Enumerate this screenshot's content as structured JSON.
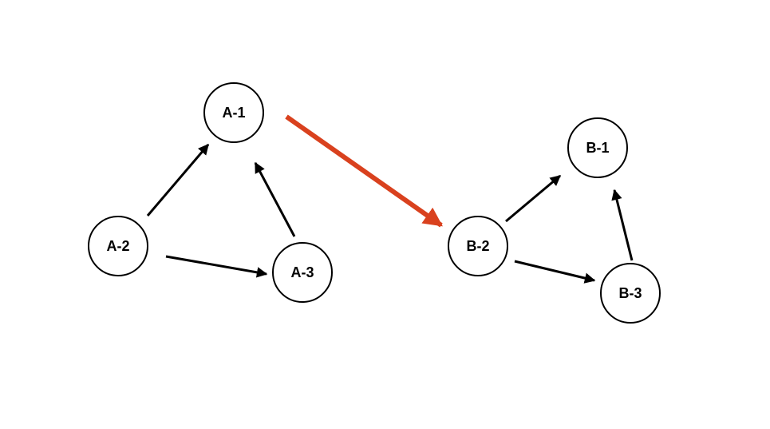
{
  "diagram": {
    "nodes": [
      {
        "id": "A-1",
        "label": "A-1"
      },
      {
        "id": "A-2",
        "label": "A-2"
      },
      {
        "id": "A-3",
        "label": "A-3"
      },
      {
        "id": "B-1",
        "label": "B-1"
      },
      {
        "id": "B-2",
        "label": "B-2"
      },
      {
        "id": "B-3",
        "label": "B-3"
      }
    ],
    "edges": [
      {
        "from": "A-2",
        "to": "A-1",
        "color": "#000000"
      },
      {
        "from": "A-2",
        "to": "A-3",
        "color": "#000000"
      },
      {
        "from": "A-3",
        "to": "A-1",
        "color": "#000000"
      },
      {
        "from": "A-1",
        "to": "B-2",
        "color": "#d9411e"
      },
      {
        "from": "B-2",
        "to": "B-1",
        "color": "#000000"
      },
      {
        "from": "B-2",
        "to": "B-3",
        "color": "#000000"
      },
      {
        "from": "B-3",
        "to": "B-1",
        "color": "#000000"
      }
    ],
    "colors": {
      "node_stroke": "#000000",
      "edge": "#000000",
      "bridge_edge": "#d9411e"
    }
  }
}
